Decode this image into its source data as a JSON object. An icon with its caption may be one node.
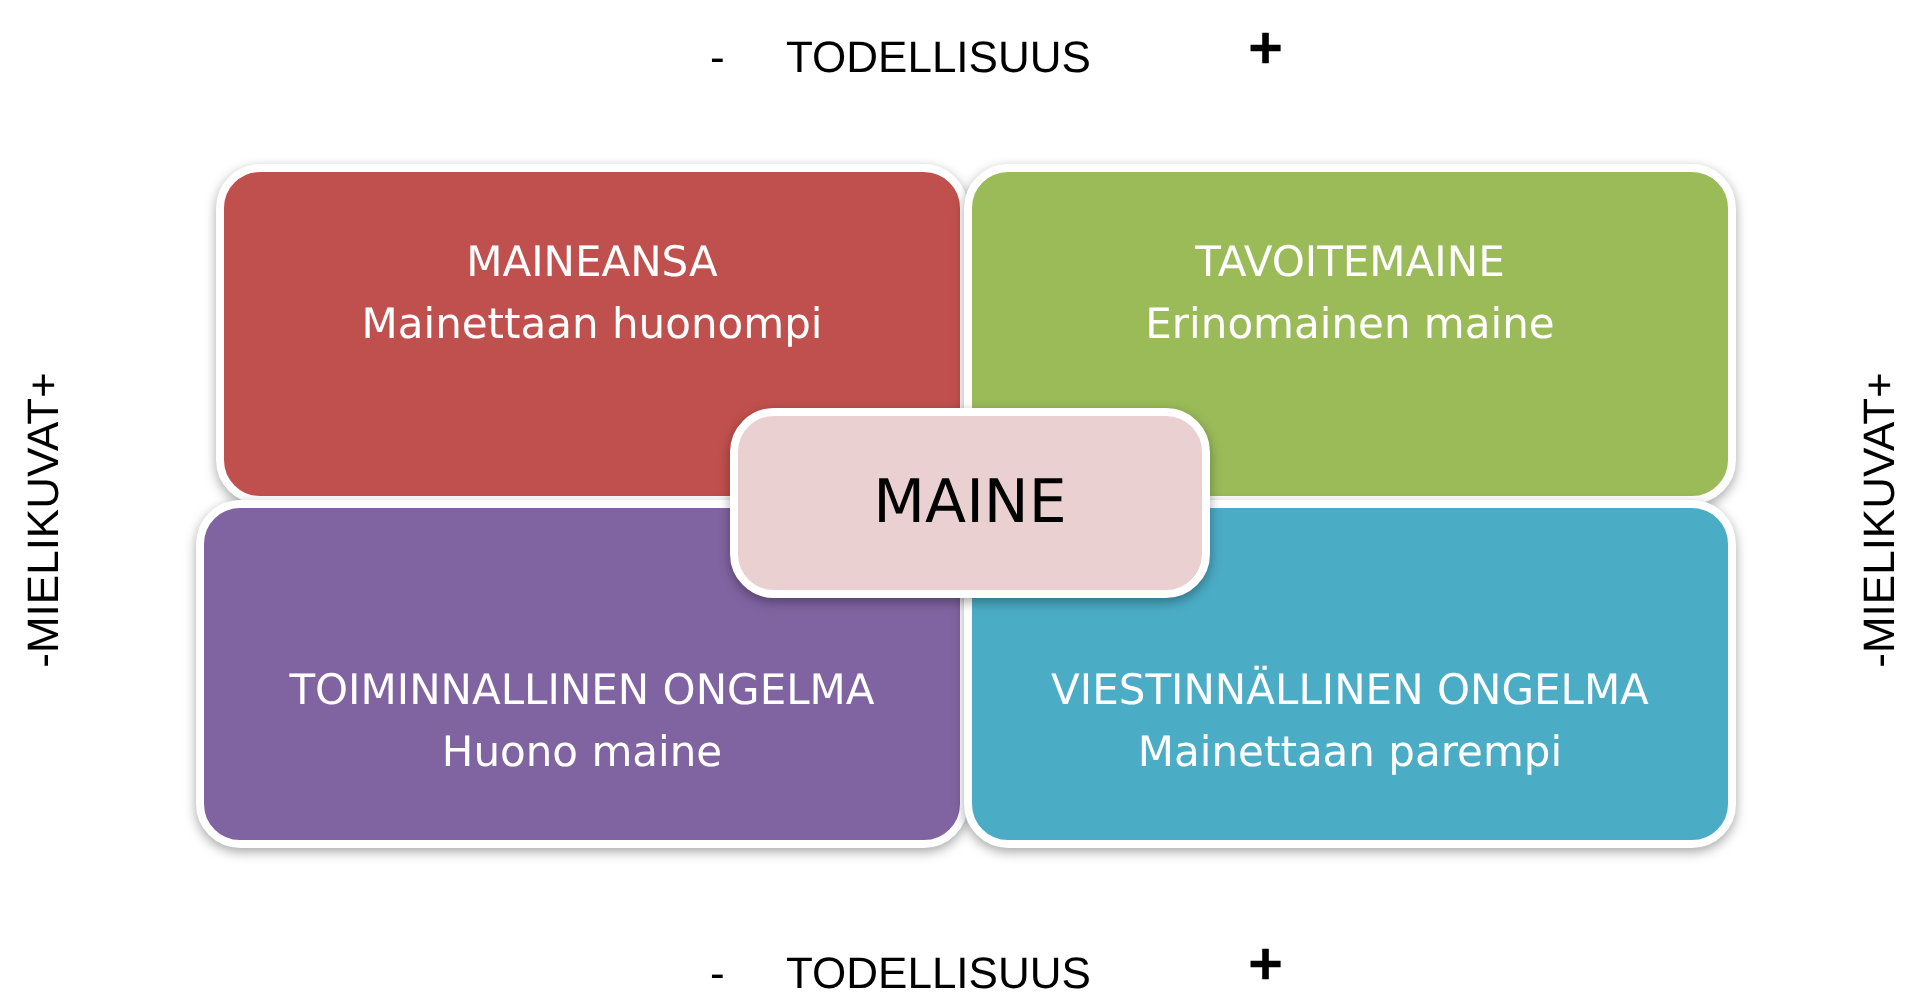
{
  "diagram": {
    "nodes": [
      {
        "text": [
          "MAINEANSA",
          "Mainettaan huonompi"
        ]
      },
      {
        "text": [
          "TAVOITEMAINE",
          "Erinomainen maine"
        ]
      },
      {
        "text": [
          "TOIMINNALLINEN ONGELMA",
          "Huono maine"
        ]
      },
      {
        "text": [
          "VIESTINNÄLLINEN ONGELMA",
          "Mainettaan parempi"
        ]
      },
      {
        "text": [
          "MAINE"
        ]
      }
    ],
    "edges": [],
    "labels": [
      "-",
      "TODELLISUUS",
      "+",
      "-MIELIKUVAT+",
      "-MIELIKUVAT+",
      "-",
      "TODELLISUUS",
      "+"
    ]
  }
}
